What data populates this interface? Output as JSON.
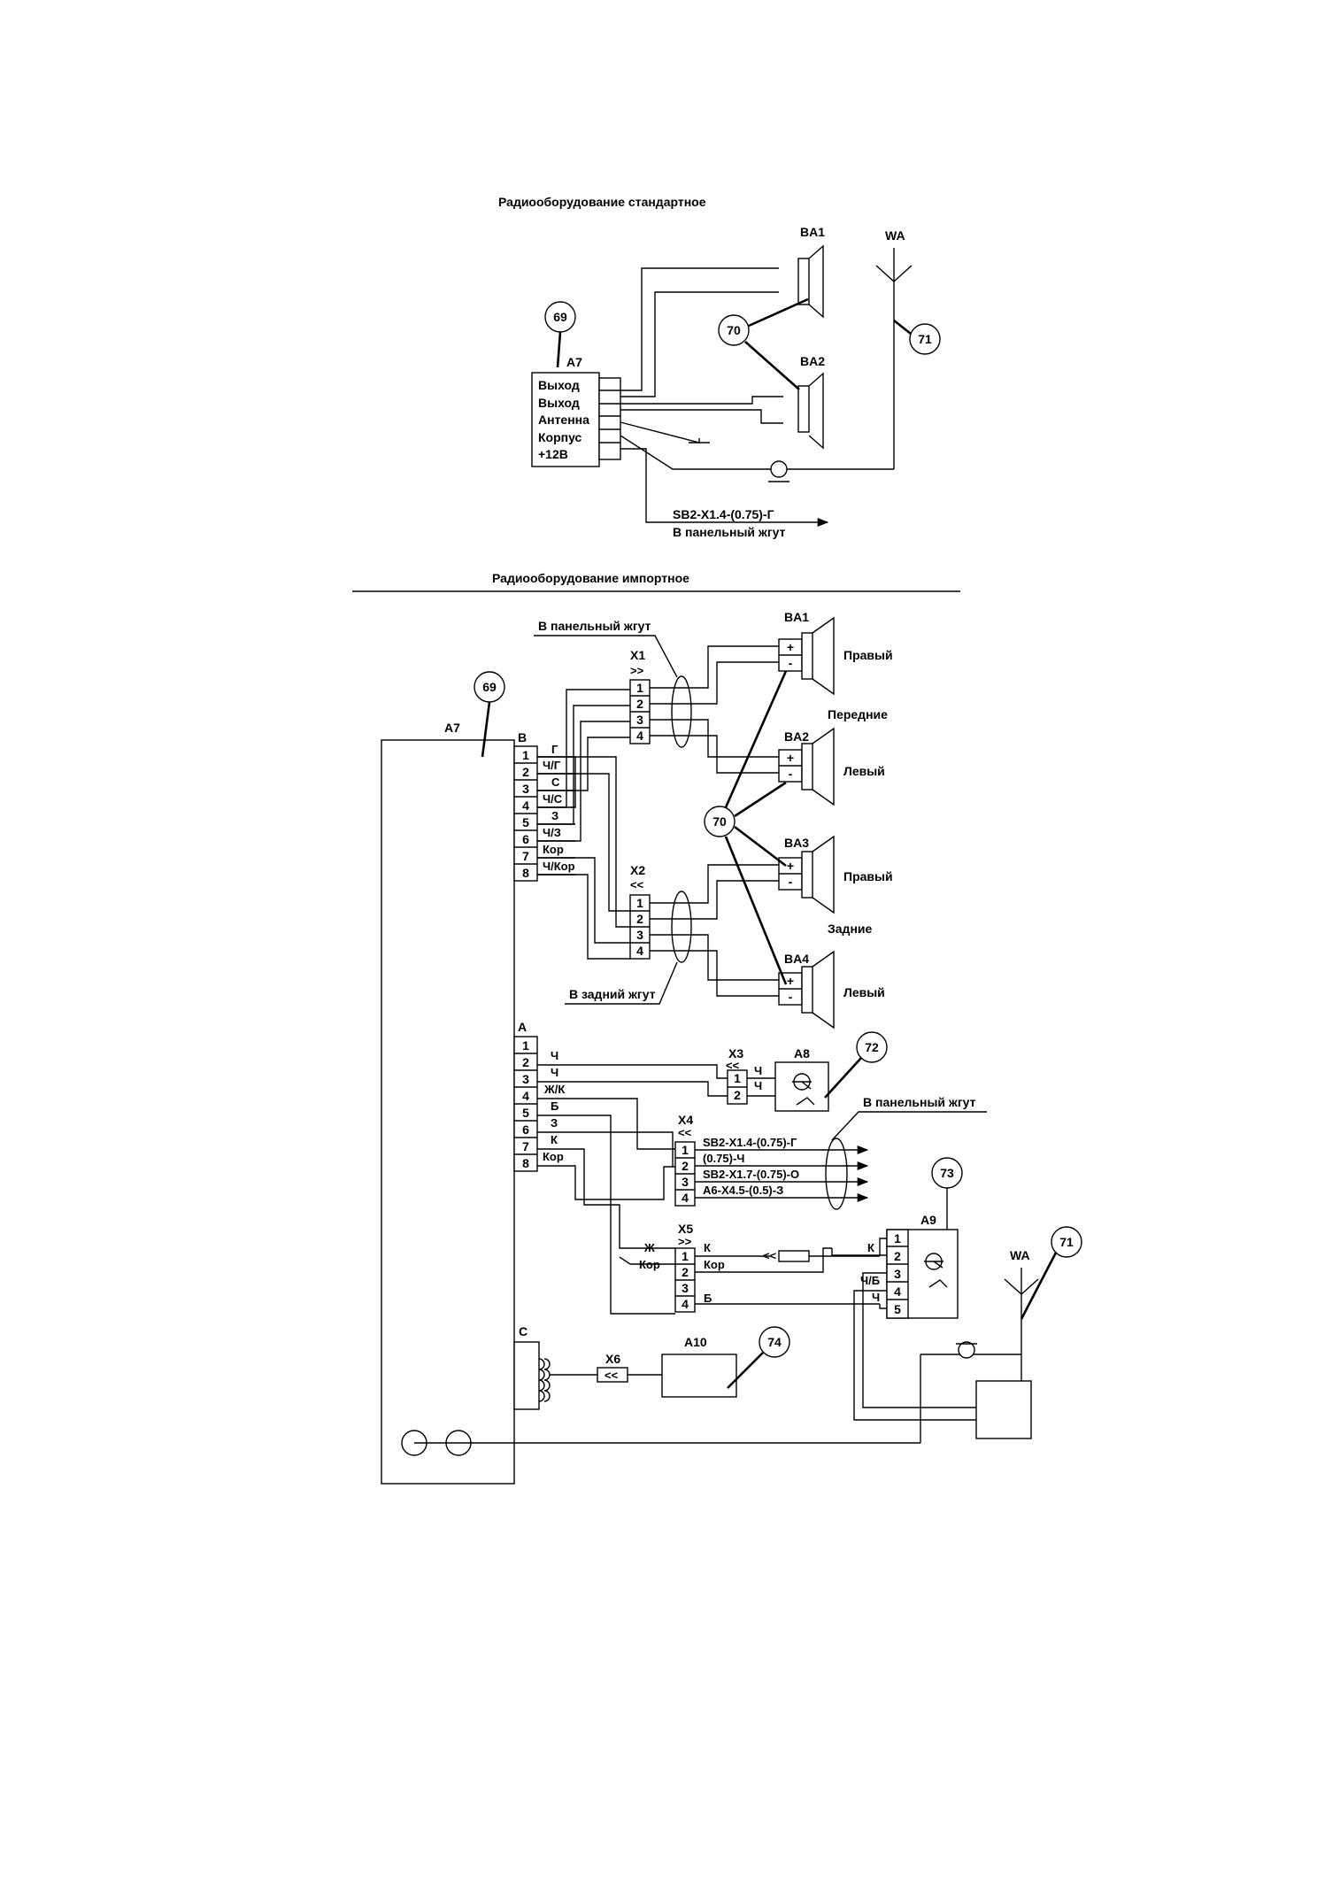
{
  "standard": {
    "title": "Радиооборудование стандартное",
    "a7": {
      "ref": "69",
      "label": "A7",
      "pins": [
        "Выход",
        "Выход",
        "Антенна",
        "Корпус",
        "+12В"
      ]
    },
    "ba1": "BA1",
    "ba2": "BA2",
    "wa": "WA",
    "speaker_ref": "70",
    "antenna_ref": "71",
    "harness_line1": "SB2-X1.4-(0.75)-Г",
    "harness_line2": "В панельный жгут"
  },
  "imported": {
    "title": "Радиооборудование импортное",
    "a7": {
      "ref": "69",
      "label": "A7"
    },
    "panel_harness_top": "В панельный жгут",
    "rear_harness": "В задний жгут",
    "panel_harness_mid": "В панельный жгут",
    "connector_b": {
      "label": "B",
      "pins": [
        "1",
        "2",
        "3",
        "4",
        "5",
        "6",
        "7",
        "8"
      ],
      "wires": [
        "Г",
        "Ч/Г",
        "С",
        "Ч/С",
        "З",
        "Ч/З",
        "Кор",
        "Ч/Кор"
      ]
    },
    "x1": {
      "label": "X1",
      "pins": [
        "1",
        "2",
        "3",
        "4"
      ]
    },
    "x2": {
      "label": "X2",
      "pins": [
        "1",
        "2",
        "3",
        "4"
      ]
    },
    "speakers": {
      "ba1": {
        "label": "BA1",
        "side": "Правый"
      },
      "ba2": {
        "label": "BA2",
        "side": "Левый"
      },
      "ba3": {
        "label": "BA3",
        "side": "Правый"
      },
      "ba4": {
        "label": "BA4",
        "side": "Левый"
      },
      "front": "Передние",
      "rear": "Задние",
      "ref": "70",
      "plus": "+",
      "minus": "-"
    },
    "connector_a": {
      "label": "A",
      "pins": [
        "1",
        "2",
        "3",
        "4",
        "5",
        "6",
        "7",
        "8"
      ],
      "wires": [
        "Ч",
        "Ч",
        "Ж/К",
        "Б",
        "З",
        "К",
        "Кор"
      ]
    },
    "x3": {
      "label": "X3",
      "pins": [
        "1",
        "2"
      ],
      "wires": [
        "Ч",
        "Ч"
      ]
    },
    "a8": {
      "label": "A8",
      "ref": "72"
    },
    "x4": {
      "label": "X4",
      "pins": [
        "1",
        "2",
        "3",
        "4"
      ],
      "wires": [
        "SB2-X1.4-(0.75)-Г",
        "(0.75)-Ч",
        "SB2-X1.7-(0.75)-О",
        "A6-X4.5-(0.5)-З"
      ]
    },
    "x5": {
      "label": "X5",
      "pins": [
        "1",
        "2",
        "3",
        "4"
      ],
      "left_wires": [
        "Ж",
        "Кор"
      ],
      "right_wires": [
        "К",
        "Кор",
        "Б"
      ]
    },
    "a9": {
      "label": "A9",
      "ref": "73",
      "pins": [
        "1",
        "2",
        "3",
        "4",
        "5"
      ],
      "wires": [
        "К",
        "Ч/Б",
        "Ч"
      ]
    },
    "wa": {
      "label": "WA",
      "ref": "71"
    },
    "connector_c": {
      "label": "C"
    },
    "x6": {
      "label": "X6"
    },
    "a10": {
      "label": "A10",
      "ref": "74"
    }
  }
}
